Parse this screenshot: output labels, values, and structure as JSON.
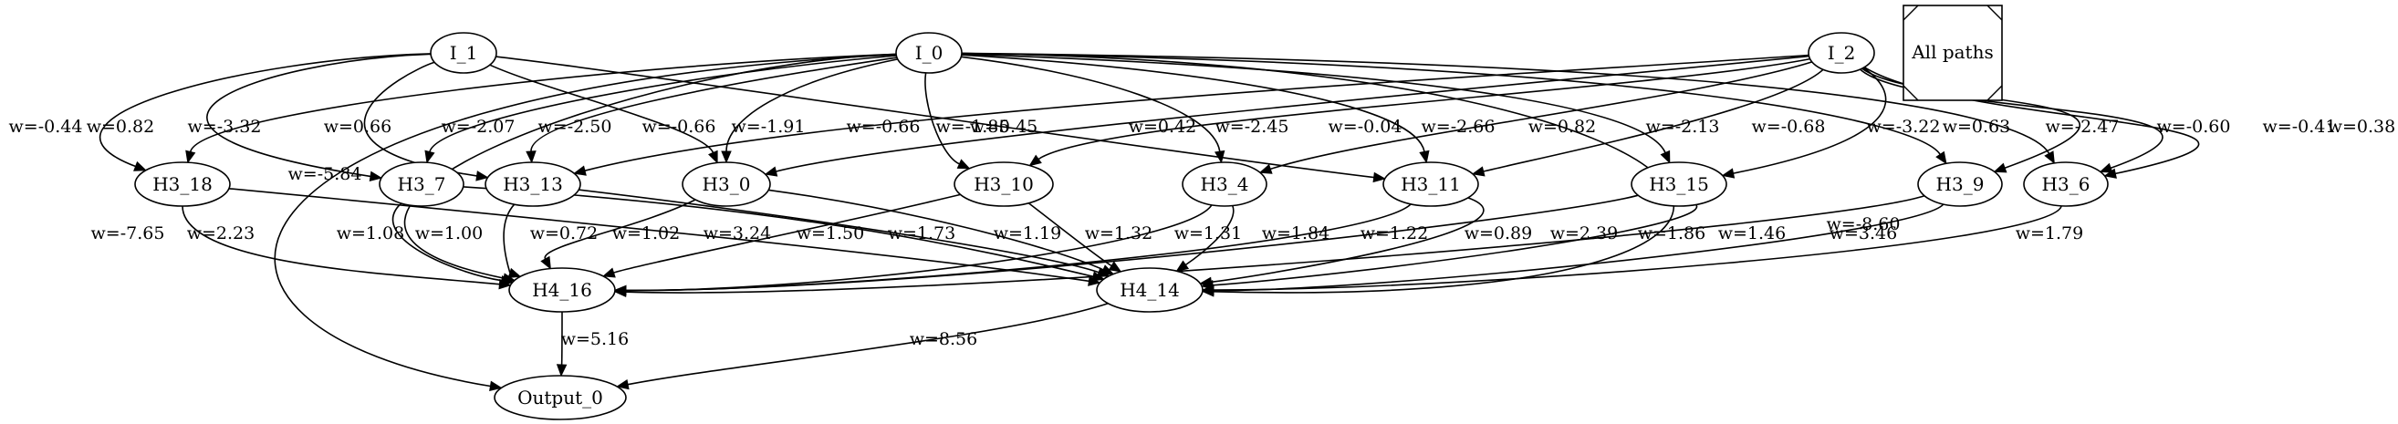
{
  "graph": {
    "legend_label": "All paths",
    "nodes": [
      {
        "id": "I_1",
        "label": "I_1"
      },
      {
        "id": "I_0",
        "label": "I_0"
      },
      {
        "id": "I_2",
        "label": "I_2"
      },
      {
        "id": "H3_18",
        "label": "H3_18"
      },
      {
        "id": "H3_7",
        "label": "H3_7"
      },
      {
        "id": "H3_13",
        "label": "H3_13"
      },
      {
        "id": "H3_0",
        "label": "H3_0"
      },
      {
        "id": "H3_10",
        "label": "H3_10"
      },
      {
        "id": "H3_4",
        "label": "H3_4"
      },
      {
        "id": "H3_11",
        "label": "H3_11"
      },
      {
        "id": "H3_15",
        "label": "H3_15"
      },
      {
        "id": "H3_9",
        "label": "H3_9"
      },
      {
        "id": "H3_6",
        "label": "H3_6"
      },
      {
        "id": "H4_16",
        "label": "H4_16"
      },
      {
        "id": "H4_14",
        "label": "H4_14"
      },
      {
        "id": "Output_0",
        "label": "Output_0"
      }
    ],
    "edges": [
      {
        "from": "I_1",
        "to": "H3_18",
        "label": "w=-0.44"
      },
      {
        "from": "I_1",
        "to": "H3_7",
        "label": "w=0.82"
      },
      {
        "from": "I_1",
        "to": "H3_13",
        "label": "w=0.66"
      },
      {
        "from": "I_1",
        "to": "H3_0",
        "label": "w=-0.66"
      },
      {
        "from": "I_1",
        "to": "H3_11",
        "label": "w=-0.66"
      },
      {
        "from": "I_0",
        "to": "H3_18",
        "label": "w=-3.32"
      },
      {
        "from": "I_0",
        "to": "H3_7",
        "label": "w=-2.07"
      },
      {
        "from": "I_0",
        "to": "H3_13",
        "label": "w=-2.50"
      },
      {
        "from": "I_0",
        "to": "H3_0",
        "label": "w=-1.91"
      },
      {
        "from": "I_0",
        "to": "H3_10",
        "label": "w=-1.85"
      },
      {
        "from": "I_0",
        "to": "H3_4",
        "label": "w=-2.45"
      },
      {
        "from": "I_0",
        "to": "H3_11",
        "label": "w=-2.66"
      },
      {
        "from": "I_0",
        "to": "H3_15",
        "label": "w=-2.13"
      },
      {
        "from": "I_0",
        "to": "H3_9",
        "label": "w=-3.22"
      },
      {
        "from": "I_0",
        "to": "H3_6",
        "label": "w=-2.47"
      },
      {
        "from": "I_0",
        "to": "H4_16",
        "label": "w=-5.84"
      },
      {
        "from": "I_0",
        "to": "H4_14",
        "label": "w=-8.60"
      },
      {
        "from": "I_0",
        "to": "Output_0",
        "label": "w=-7.65"
      },
      {
        "from": "I_2",
        "to": "H3_13",
        "label": "w=0.45"
      },
      {
        "from": "I_2",
        "to": "H3_0",
        "label": "w=0.42"
      },
      {
        "from": "I_2",
        "to": "H3_10",
        "label": "w=-0.04"
      },
      {
        "from": "I_2",
        "to": "H3_4",
        "label": "w=0.82"
      },
      {
        "from": "I_2",
        "to": "H3_11",
        "label": "w=-0.68"
      },
      {
        "from": "I_2",
        "to": "H3_15",
        "label": "w=0.63"
      },
      {
        "from": "I_2",
        "to": "H3_9",
        "label": "w=-0.60"
      },
      {
        "from": "I_2",
        "to": "H3_6",
        "label": "w=-0.41"
      },
      {
        "from": "I_2",
        "to": "H3_6",
        "label": "w=0.38"
      },
      {
        "from": "H3_18",
        "to": "H4_16",
        "label": "w=2.23"
      },
      {
        "from": "H3_18",
        "to": "H4_14",
        "label": "w=3.24"
      },
      {
        "from": "H3_7",
        "to": "H4_16",
        "label": "w=1.08"
      },
      {
        "from": "H3_7",
        "to": "H4_14",
        "label": "w=1.50"
      },
      {
        "from": "H3_13",
        "to": "H4_16",
        "label": "w=1.00"
      },
      {
        "from": "H3_13",
        "to": "H4_14",
        "label": "w=1.73"
      },
      {
        "from": "H3_0",
        "to": "H4_16",
        "label": "w=0.72"
      },
      {
        "from": "H3_0",
        "to": "H4_14",
        "label": "w=1.19"
      },
      {
        "from": "H3_10",
        "to": "H4_16",
        "label": "w=1.02"
      },
      {
        "from": "H3_10",
        "to": "H4_14",
        "label": "w=1.32"
      },
      {
        "from": "H3_4",
        "to": "H4_16",
        "label": "w=1.31"
      },
      {
        "from": "H3_4",
        "to": "H4_14",
        "label": "w=1.84"
      },
      {
        "from": "H3_11",
        "to": "H4_16",
        "label": "w=1.22"
      },
      {
        "from": "H3_11",
        "to": "H4_14",
        "label": "w=1.86"
      },
      {
        "from": "H3_15",
        "to": "H4_16",
        "label": "w=0.89"
      },
      {
        "from": "H3_15",
        "to": "H4_14",
        "label": "w=1.46"
      },
      {
        "from": "H3_9",
        "to": "H4_16",
        "label": "w=2.39"
      },
      {
        "from": "H3_9",
        "to": "H4_14",
        "label": "w=3.46"
      },
      {
        "from": "H3_6",
        "to": "H4_14",
        "label": "w=1.79"
      },
      {
        "from": "H4_16",
        "to": "Output_0",
        "label": "w=5.16"
      },
      {
        "from": "H4_14",
        "to": "Output_0",
        "label": "w=8.56"
      }
    ]
  }
}
